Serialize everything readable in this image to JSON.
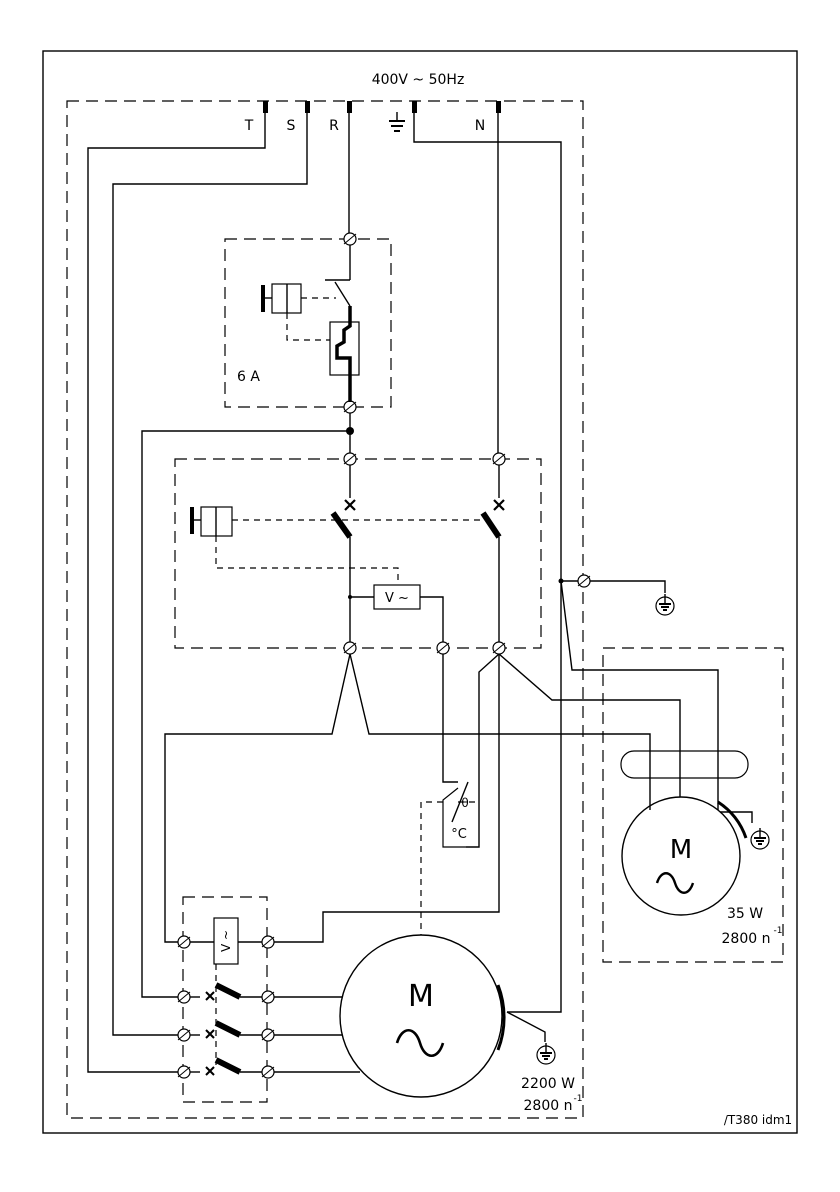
{
  "supply": {
    "title": "400V ~ 50Hz",
    "phases": [
      "T",
      "S",
      "R",
      "N"
    ]
  },
  "breaker": {
    "rating": "6 A"
  },
  "switch_unit": {
    "voltage_indicator": "V ~"
  },
  "thermostat": {
    "unit": "°C"
  },
  "motor_contactor": {
    "indicator": "V ~"
  },
  "main_motor": {
    "symbol": "M",
    "power": "2200 W",
    "speed": "2800 n",
    "speed_exp": "-1"
  },
  "fan_motor": {
    "symbol": "M",
    "power": "35 W",
    "speed": "2800 n",
    "speed_exp": "-1"
  },
  "drawing_ref": "/T380 idm1"
}
